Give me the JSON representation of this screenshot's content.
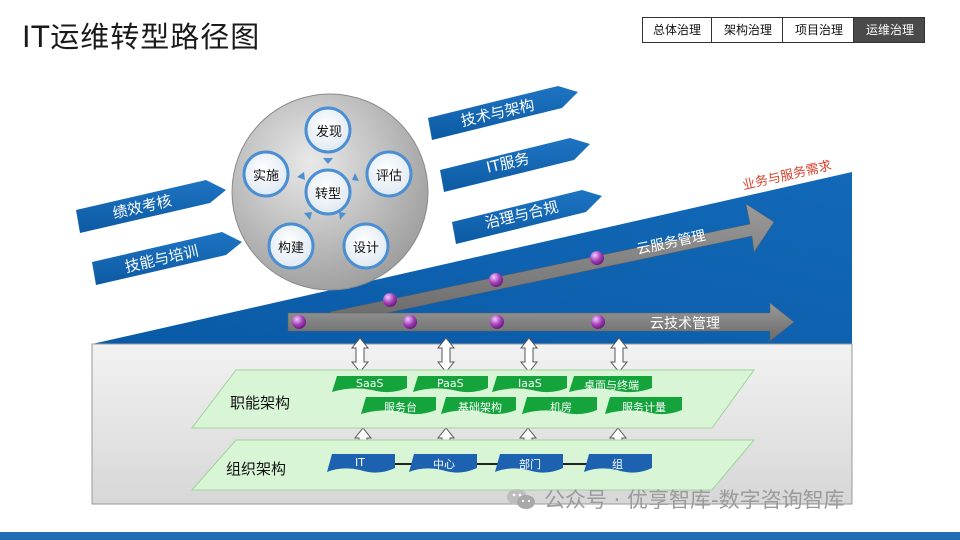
{
  "title": "IT运维转型路径图",
  "breadcrumb": [
    "总体治理",
    "架构治理",
    "项目治理",
    "运维治理"
  ],
  "breadcrumb_active": 3,
  "left_arrows": [
    "绩效考核",
    "技能与培训"
  ],
  "right_arrows": [
    "技术与架构",
    "IT服务",
    "治理与合规"
  ],
  "cycle": {
    "center": "转型",
    "nodes": [
      "发现",
      "评估",
      "设计",
      "构建",
      "实施"
    ]
  },
  "business_demand": "业务与服务需求",
  "cloud_service_mgmt": "云服务管理",
  "cloud_tech_mgmt": "云技术管理",
  "functional_arch": {
    "label": "职能架构",
    "row1": [
      "SaaS",
      "PaaS",
      "IaaS",
      "桌面与终端"
    ],
    "row2": [
      "服务台",
      "基础架构",
      "机房",
      "服务计量"
    ]
  },
  "org_arch": {
    "label": "组织架构",
    "items": [
      "IT",
      "中心",
      "部门",
      "组"
    ]
  },
  "watermark": "公众号 · 优享智库-数字咨询智库",
  "colors": {
    "blue": "#0f5ea8",
    "purple_dot": "#a43fb8",
    "arrow_gray": "#7f7f7f",
    "green_panel": "#d8f5d5",
    "green_box": "#14a43b",
    "org_box": "#1c62b0",
    "accent_red": "#d9412b"
  }
}
